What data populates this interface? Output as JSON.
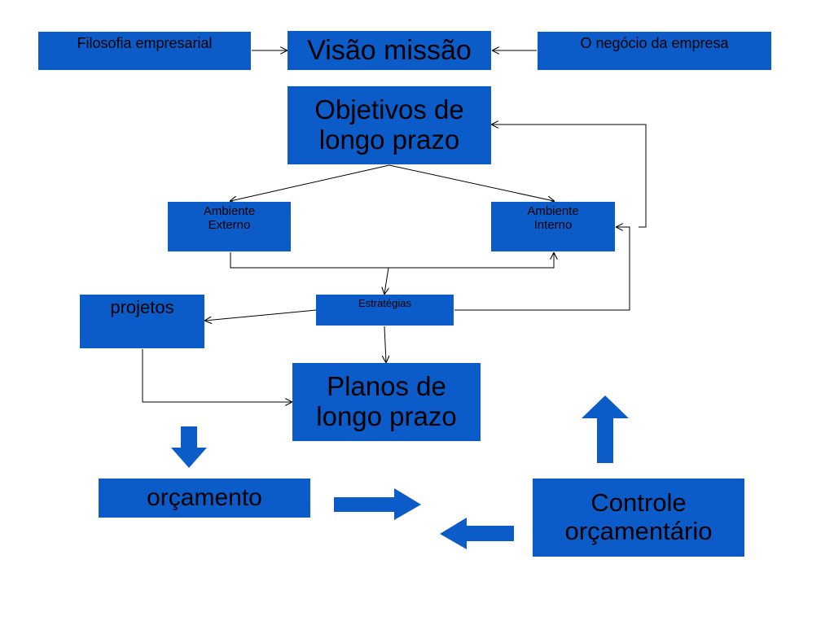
{
  "nodes": {
    "filosofia": "Filosofia empresarial",
    "visao": "Visão missão",
    "negocio": "O negócio da empresa",
    "objetivos": "Objetivos de longo prazo",
    "ambiente_externo": [
      "Ambiente",
      "Externo"
    ],
    "ambiente_interno": [
      "Ambiente",
      "Interno"
    ],
    "estrategias": "Estratégias",
    "projetos": "projetos",
    "planos": "Planos de longo prazo",
    "orcamento": "orçamento",
    "controle": "Controle orçamentário"
  },
  "colors": {
    "box_fill": "#0b5cc8",
    "block_arrow_fill": "#0b5cc8",
    "line": "#000000",
    "text": "#000000",
    "background": "#ffffff"
  }
}
